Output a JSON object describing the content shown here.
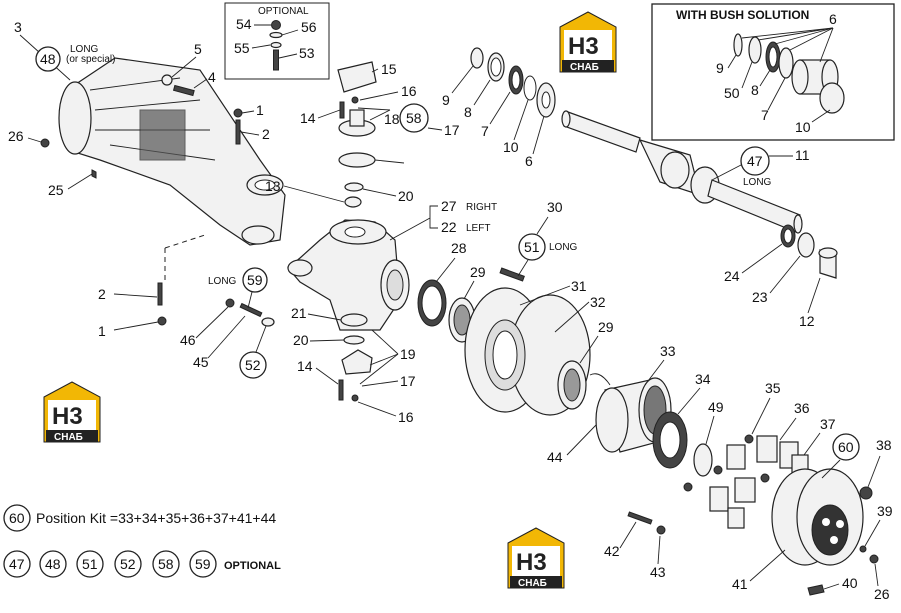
{
  "labels": {
    "p1a": "1",
    "p2a": "2",
    "p3": "3",
    "p4": "4",
    "p5": "5",
    "p6": "6",
    "p7": "7",
    "p8": "8",
    "p9": "9",
    "p10": "10",
    "p11": "11",
    "p12": "12",
    "p13": "13",
    "p14a": "14",
    "p15": "15",
    "p16a": "16",
    "p17a": "17",
    "p18": "18",
    "p19": "19",
    "p20a": "20",
    "p21": "21",
    "p22": "22",
    "p23": "23",
    "p24": "24",
    "p25": "25",
    "p26a": "26",
    "p27": "27",
    "p28": "28",
    "p29a": "29",
    "p29b": "29",
    "p30": "30",
    "p31": "31",
    "p32": "32",
    "p33": "33",
    "p34": "34",
    "p35": "35",
    "p36": "36",
    "p37": "37",
    "p38": "38",
    "p39": "39",
    "p40": "40",
    "p41": "41",
    "p42": "42",
    "p43": "43",
    "p44": "44",
    "p45": "45",
    "p46": "46",
    "p49": "49",
    "p1b": "1",
    "p2b": "2",
    "p14b": "14",
    "p16b": "16",
    "p17b": "17",
    "p20b": "20",
    "p26b": "26",
    "b9": "9",
    "b50": "50",
    "b8": "8",
    "b7": "7",
    "b6": "6",
    "b10": "10",
    "o54": "54",
    "o56": "56",
    "o55": "55",
    "o53": "53"
  },
  "circled": {
    "c48": "48",
    "c58": "58",
    "c47": "47",
    "c51": "51",
    "c59": "59",
    "c52": "52",
    "c60": "60"
  },
  "texts": {
    "long_special_1": "LONG",
    "long_special_2": "(or special)",
    "long_47": "LONG",
    "long_51": "LONG",
    "long_59": "LONG",
    "right": "RIGHT",
    "left": "LEFT",
    "optional_box": "OPTIONAL",
    "bush_title": "WITH BUSH SOLUTION"
  },
  "logo": {
    "letters": "H3",
    "sub": "СНАБ"
  },
  "legend": {
    "kit_circle": "60",
    "kit_text": "Position Kit =33+34+35+36+37+41+44",
    "optional_circles": [
      "47",
      "48",
      "51",
      "52",
      "58",
      "59"
    ],
    "optional_text": "OPTIONAL"
  }
}
